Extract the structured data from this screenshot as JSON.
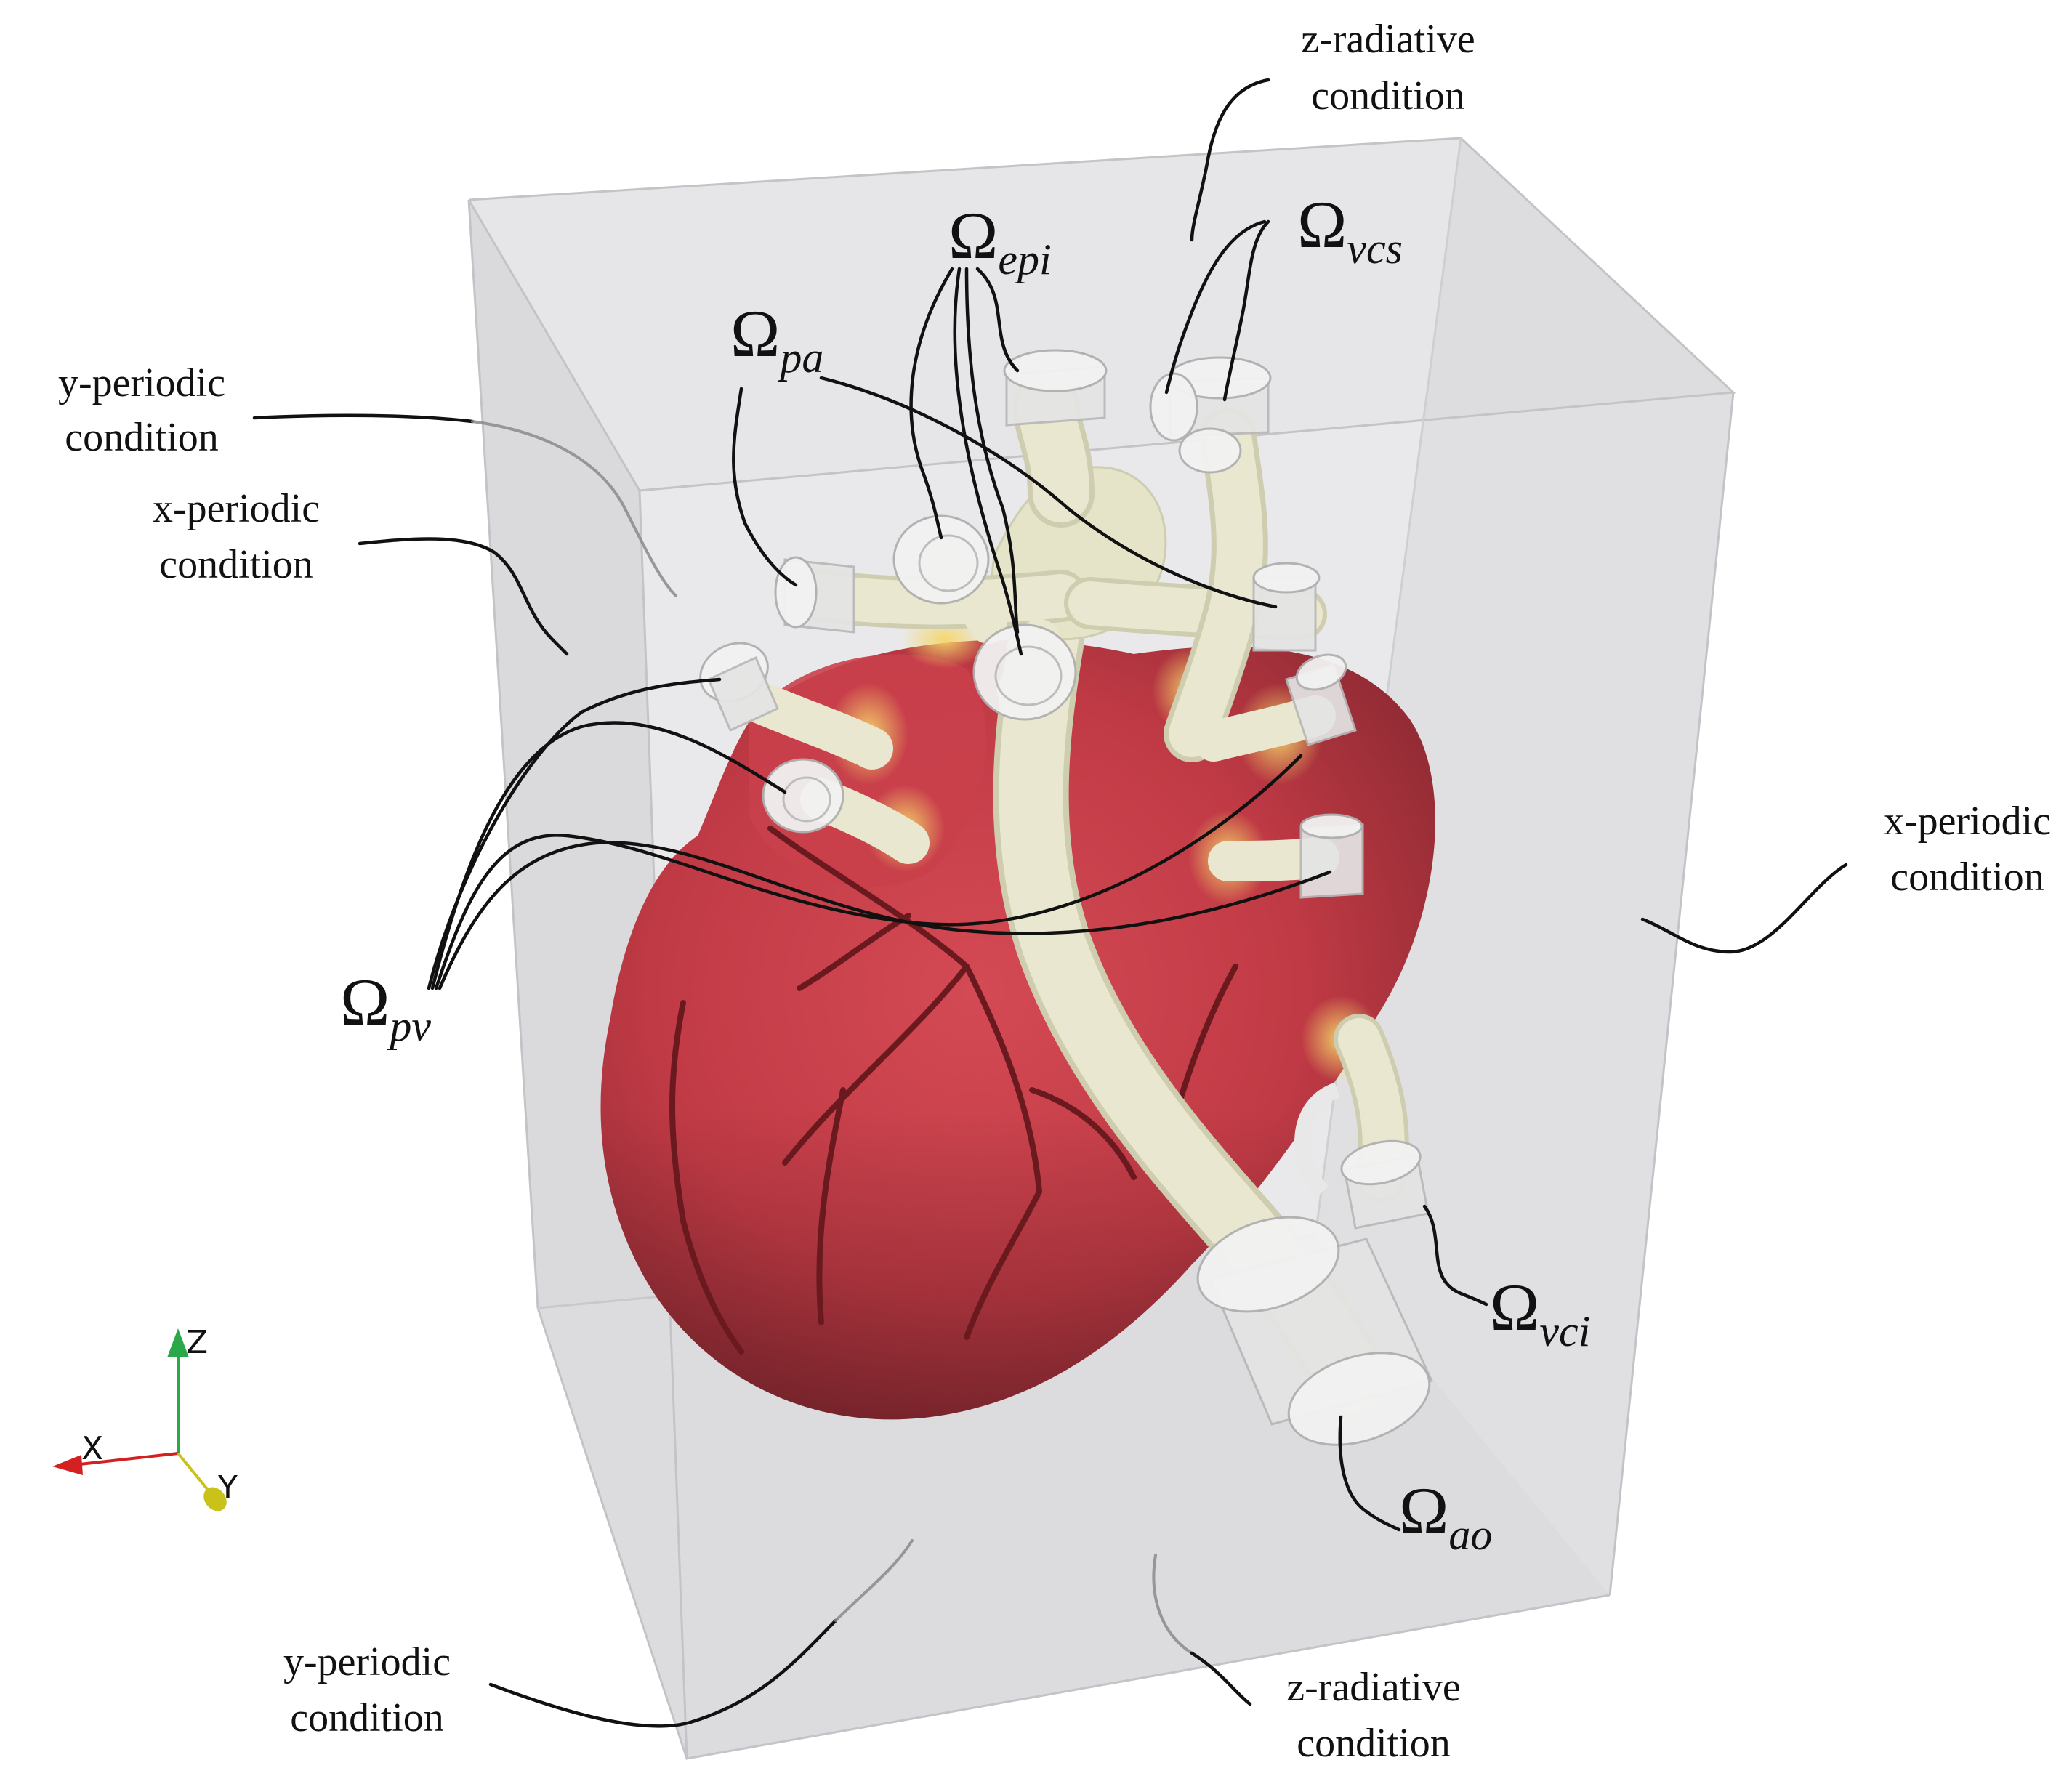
{
  "figure": {
    "labels": {
      "z_radiative_top": [
        "z-radiative",
        "condition"
      ],
      "y_periodic_left": [
        "y-periodic",
        "condition"
      ],
      "x_periodic_left": [
        "x-periodic",
        "condition"
      ],
      "x_periodic_right": [
        "x-periodic",
        "condition"
      ],
      "y_periodic_bottom": [
        "y-periodic",
        "condition"
      ],
      "z_radiative_bottom": [
        "z-radiative",
        "condition"
      ]
    },
    "domains": {
      "epi": {
        "symbol": "Ω",
        "subscript": "epi"
      },
      "vcs": {
        "symbol": "Ω",
        "subscript": "vcs"
      },
      "pa": {
        "symbol": "Ω",
        "subscript": "pa"
      },
      "pv": {
        "symbol": "Ω",
        "subscript": "pv"
      },
      "vci": {
        "symbol": "Ω",
        "subscript": "vci"
      },
      "ao": {
        "symbol": "Ω",
        "subscript": "ao"
      }
    },
    "axes": {
      "z": "Z",
      "x": "X",
      "y": "Y",
      "colors": {
        "z": "#2aa84a",
        "x": "#d42020",
        "y": "#c9c21a"
      }
    },
    "colors": {
      "heart": "#c8404a",
      "heart_dark": "#a83038",
      "vessel": "#e6e4c8",
      "transition": "#f2d36a",
      "box_face": "#d9d9dc",
      "coronary": "#6a1a1f"
    }
  }
}
